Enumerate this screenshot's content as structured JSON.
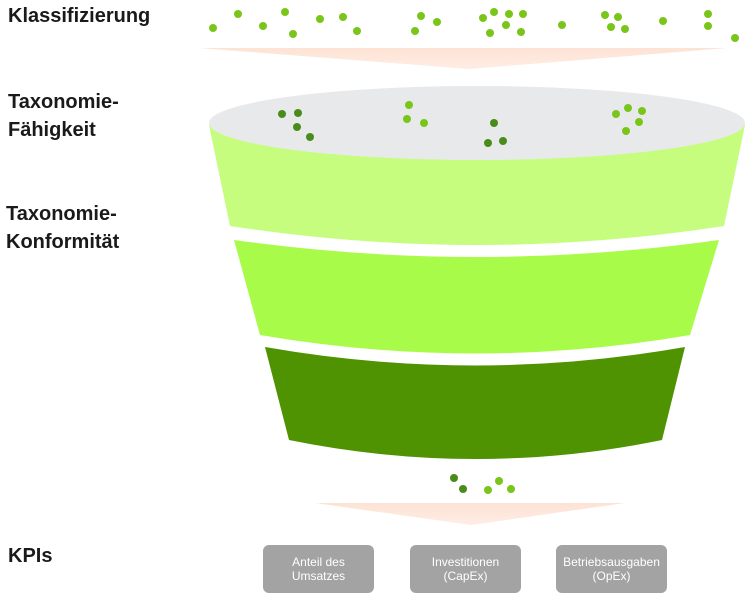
{
  "labels": {
    "klassifizierung": "Klassifizierung",
    "faehigkeit_line1": "Taxonomie-",
    "faehigkeit_line2": "Fähigkeit",
    "konformitaet_line1": "Taxonomie-",
    "konformitaet_line2": "Konformität",
    "kpis": "KPIs"
  },
  "kpi_boxes": [
    "Anteil des Umsatzes",
    "Investitionen (CapEx)",
    "Betriebsausgaben (OpEx)"
  ],
  "colors": {
    "funnel_top": "#e8e9eb",
    "band_light": "#c6fd7f",
    "band_mid": "#a9fb4a",
    "band_dark": "#4f9302",
    "dot_light": "#7ac51a",
    "dot_dark": "#4a8c1a",
    "arrow": "#fde1d2",
    "kpi_box": "#a3a3a3"
  }
}
